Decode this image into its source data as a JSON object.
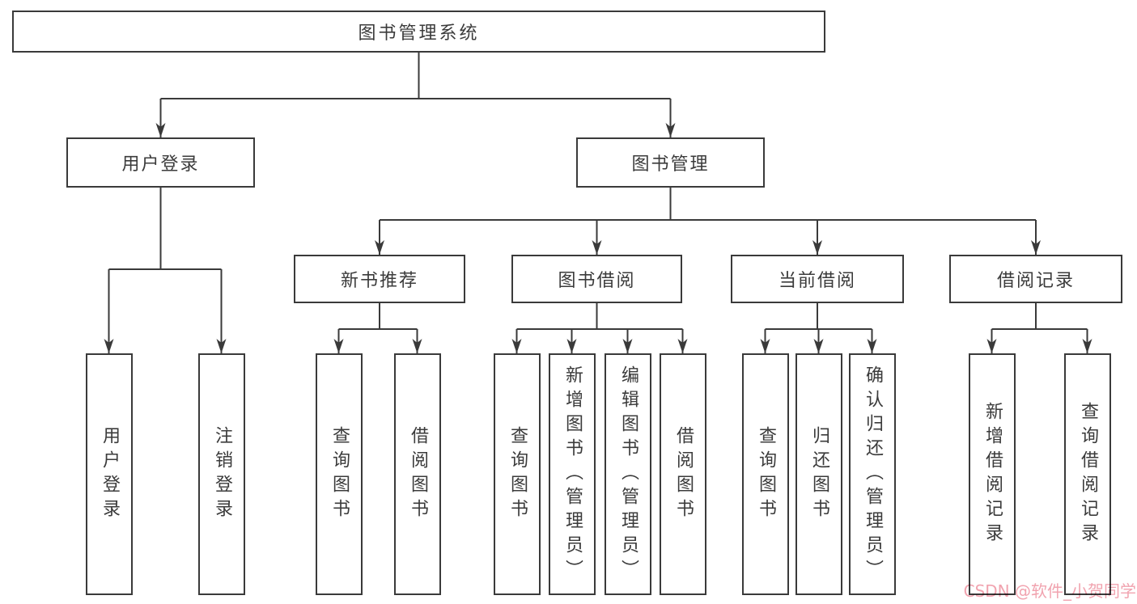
{
  "diagram_title": "图书管理系统",
  "tree": {
    "root": {
      "label": "图书管理系统"
    },
    "level2": [
      {
        "label": "用户登录"
      },
      {
        "label": "图书管理"
      }
    ],
    "level3": [
      {
        "label": "新书推荐"
      },
      {
        "label": "图书借阅"
      },
      {
        "label": "当前借阅"
      },
      {
        "label": "借阅记录"
      }
    ],
    "leaves": {
      "user_login": [
        {
          "label": "用户登录"
        },
        {
          "label": "注销登录"
        }
      ],
      "new_books": [
        {
          "label": "查询图书"
        },
        {
          "label": "借阅图书"
        }
      ],
      "book_borrow": [
        {
          "label": "查询图书"
        },
        {
          "label": "新增图书（管理员）"
        },
        {
          "label": "编辑图书（管理员）"
        },
        {
          "label": "借阅图书"
        }
      ],
      "current_borrow": [
        {
          "label": "查询图书"
        },
        {
          "label": "归还图书"
        },
        {
          "label": "确认归还（管理员）"
        }
      ],
      "borrow_records": [
        {
          "label": "新增借阅记录"
        },
        {
          "label": "查询借阅记录"
        }
      ]
    }
  },
  "watermark": {
    "text": "CSDN @软件_小贺同学",
    "color": "#F1A3AF"
  },
  "colors": {
    "line": "#3A3A3A",
    "text": "#3B3B3B",
    "background": "#FFFFFF"
  }
}
